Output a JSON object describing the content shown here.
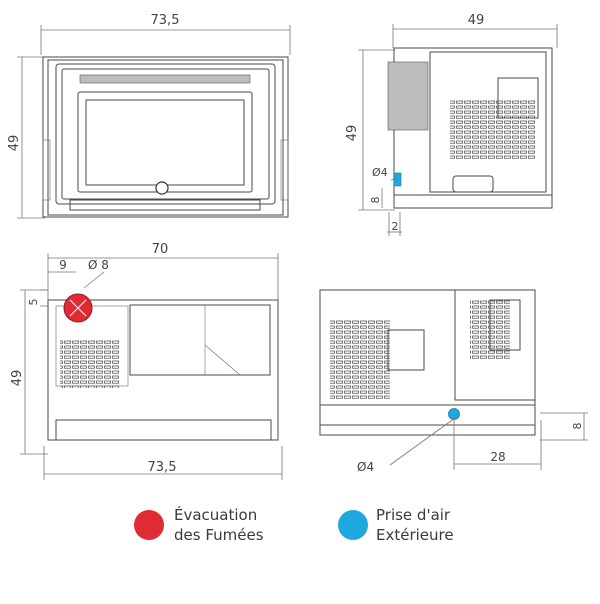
{
  "front_view": {
    "width_label": "73,5",
    "height_label": "49"
  },
  "side_view": {
    "width_label": "49",
    "height_label": "49",
    "diameter_label": "Ø4",
    "offset_label": "8",
    "depth_label": "2"
  },
  "top_view": {
    "width_label": "70",
    "offset_label": "9",
    "diameter_label": "Ø 8",
    "edge_label": "5",
    "height_label": "49",
    "bottom_width_label": "73,5"
  },
  "rear_view": {
    "diameter_label": "Ø4",
    "offset_label": "28",
    "height_label": "8"
  },
  "legend": {
    "exhaust": {
      "line1": "Évacuation",
      "line2": "des Fumées",
      "color": "#e22a35"
    },
    "air_intake": {
      "line1": "Prise d'air",
      "line2": "Extérieure",
      "color": "#1ea8e0"
    }
  }
}
